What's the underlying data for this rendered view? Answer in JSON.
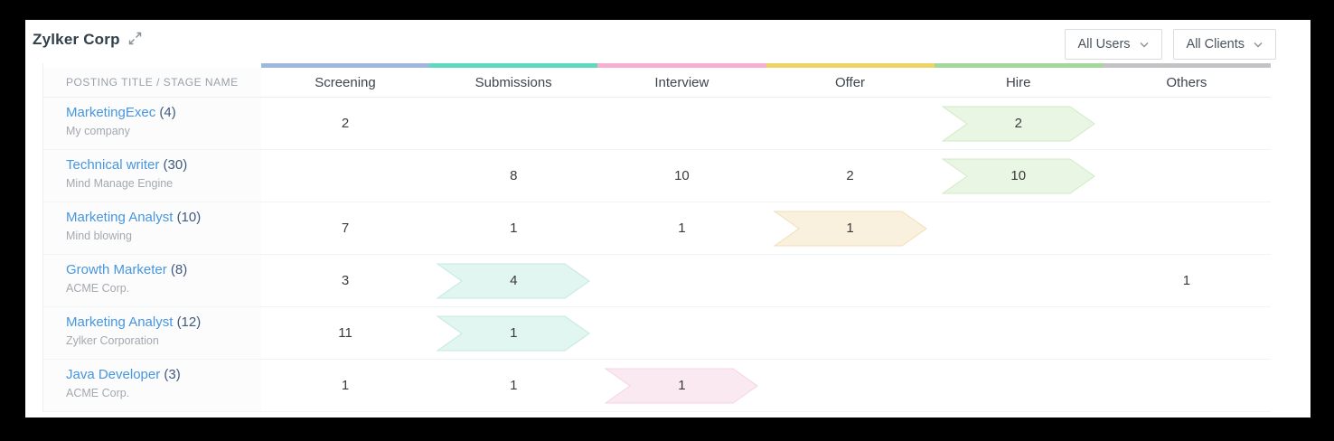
{
  "header": {
    "title": "Zylker Corp"
  },
  "filters": {
    "users_label": "All Users",
    "clients_label": "All Clients"
  },
  "table": {
    "first_column_header": "POSTING TITLE / STAGE NAME",
    "stages": [
      {
        "label": "Screening",
        "bar_color": "#9fb6de",
        "arrow_fill": "",
        "arrow_stroke": ""
      },
      {
        "label": "Submissions",
        "bar_color": "#5fd8c0",
        "arrow_fill": "#e1f5f1",
        "arrow_stroke": "#c2e9e1"
      },
      {
        "label": "Interview",
        "bar_color": "#f7aed1",
        "arrow_fill": "#fbe9f2",
        "arrow_stroke": "#f4d3e4"
      },
      {
        "label": "Offer",
        "bar_color": "#ecd466",
        "arrow_fill": "#faf0de",
        "arrow_stroke": "#f2ddb8"
      },
      {
        "label": "Hire",
        "bar_color": "#a4d89a",
        "arrow_fill": "#e9f6e3",
        "arrow_stroke": "#d0eac5"
      },
      {
        "label": "Others",
        "bar_color": "#c3c3c6",
        "arrow_fill": "",
        "arrow_stroke": ""
      }
    ],
    "rows": [
      {
        "title": "MarketingExec",
        "count": "(4)",
        "client": "My company",
        "values": [
          "2",
          "",
          "",
          "",
          "2",
          ""
        ],
        "arrow_col": 4
      },
      {
        "title": "Technical writer",
        "count": "(30)",
        "client": "Mind Manage Engine",
        "values": [
          "",
          "8",
          "10",
          "2",
          "10",
          ""
        ],
        "arrow_col": 4
      },
      {
        "title": "Marketing Analyst",
        "count": "(10)",
        "client": "Mind blowing",
        "values": [
          "7",
          "1",
          "1",
          "1",
          "",
          ""
        ],
        "arrow_col": 3
      },
      {
        "title": "Growth Marketer",
        "count": "(8)",
        "client": "ACME Corp.",
        "values": [
          "3",
          "4",
          "",
          "",
          "",
          "1"
        ],
        "arrow_col": 1
      },
      {
        "title": "Marketing Analyst",
        "count": "(12)",
        "client": "Zylker Corporation",
        "values": [
          "11",
          "1",
          "",
          "",
          "",
          ""
        ],
        "arrow_col": 1
      },
      {
        "title": "Java Developer",
        "count": "(3)",
        "client": "ACME Corp.",
        "values": [
          "1",
          "1",
          "1",
          "",
          "",
          ""
        ],
        "arrow_col": 2
      }
    ]
  }
}
